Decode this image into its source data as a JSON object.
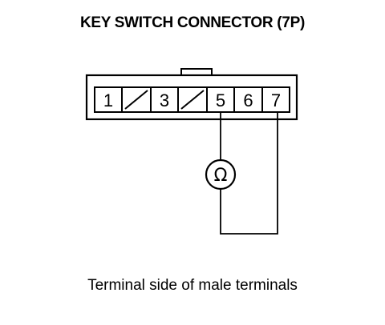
{
  "title": "KEY SWITCH CONNECTOR (7P)",
  "caption": "Terminal side of male terminals",
  "connector": {
    "pins": [
      {
        "label": "1",
        "empty": false
      },
      {
        "label": "",
        "empty": true
      },
      {
        "label": "3",
        "empty": false
      },
      {
        "label": "",
        "empty": true
      },
      {
        "label": "5",
        "empty": false
      },
      {
        "label": "6",
        "empty": false
      },
      {
        "label": "7",
        "empty": false
      }
    ]
  },
  "meter": {
    "symbol": "Ω",
    "icon": "ohmmeter-icon"
  }
}
